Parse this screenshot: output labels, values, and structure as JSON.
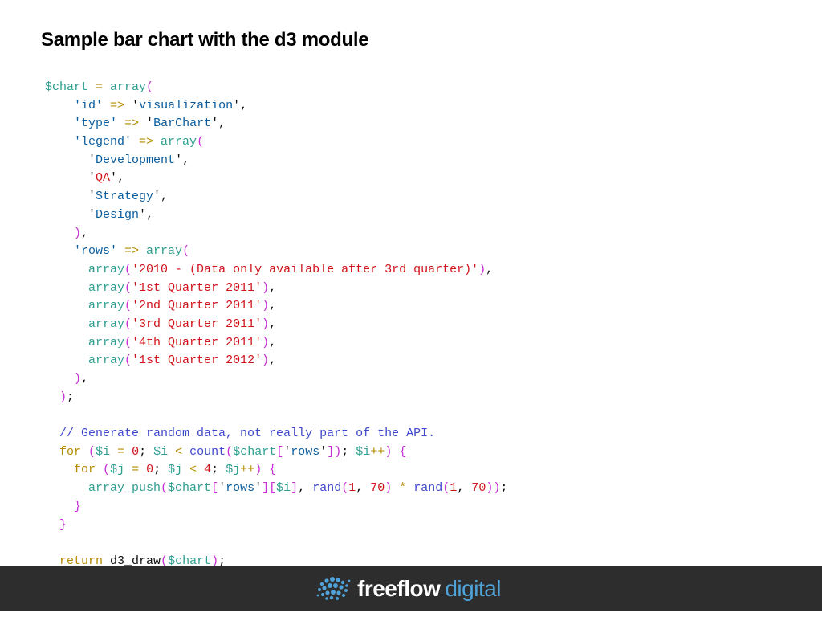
{
  "slide": {
    "title": "Sample bar chart with the d3 module"
  },
  "code": {
    "lines": [
      [
        [
          "var",
          "$chart"
        ],
        [
          "op",
          " = "
        ],
        [
          "fn",
          "array"
        ],
        [
          "par",
          "("
        ]
      ],
      [
        [
          "txt",
          "    "
        ],
        [
          "key",
          "'id'"
        ],
        [
          "op",
          " => "
        ],
        [
          "txt",
          "'"
        ],
        [
          "key",
          "visualization"
        ],
        [
          "txt",
          "'"
        ],
        [
          "txt",
          ","
        ]
      ],
      [
        [
          "txt",
          "    "
        ],
        [
          "key",
          "'type'"
        ],
        [
          "op",
          " => "
        ],
        [
          "txt",
          "'"
        ],
        [
          "key",
          "BarChart"
        ],
        [
          "txt",
          "'"
        ],
        [
          "txt",
          ","
        ]
      ],
      [
        [
          "txt",
          "    "
        ],
        [
          "key",
          "'legend'"
        ],
        [
          "op",
          " => "
        ],
        [
          "fn",
          "array"
        ],
        [
          "par",
          "("
        ]
      ],
      [
        [
          "txt",
          "      "
        ],
        [
          "txt",
          "'"
        ],
        [
          "key",
          "Development"
        ],
        [
          "txt",
          "'"
        ],
        [
          "txt",
          ","
        ]
      ],
      [
        [
          "txt",
          "      "
        ],
        [
          "txt",
          "'"
        ],
        [
          "str",
          "QA"
        ],
        [
          "txt",
          "'"
        ],
        [
          "txt",
          ","
        ]
      ],
      [
        [
          "txt",
          "      "
        ],
        [
          "txt",
          "'"
        ],
        [
          "key",
          "Strategy"
        ],
        [
          "txt",
          "'"
        ],
        [
          "txt",
          ","
        ]
      ],
      [
        [
          "txt",
          "      "
        ],
        [
          "txt",
          "'"
        ],
        [
          "key",
          "Design"
        ],
        [
          "txt",
          "'"
        ],
        [
          "txt",
          ","
        ]
      ],
      [
        [
          "txt",
          "    "
        ],
        [
          "par",
          ")"
        ],
        [
          "txt",
          ","
        ]
      ],
      [
        [
          "txt",
          "    "
        ],
        [
          "key",
          "'rows'"
        ],
        [
          "op",
          " => "
        ],
        [
          "fn",
          "array"
        ],
        [
          "par",
          "("
        ]
      ],
      [
        [
          "txt",
          "      "
        ],
        [
          "fn",
          "array"
        ],
        [
          "par",
          "("
        ],
        [
          "str",
          "'2010 - (Data only available after 3rd quarter)'"
        ],
        [
          "par",
          ")"
        ],
        [
          "txt",
          ","
        ]
      ],
      [
        [
          "txt",
          "      "
        ],
        [
          "fn",
          "array"
        ],
        [
          "par",
          "("
        ],
        [
          "str",
          "'1st Quarter 2011'"
        ],
        [
          "par",
          ")"
        ],
        [
          "txt",
          ","
        ]
      ],
      [
        [
          "txt",
          "      "
        ],
        [
          "fn",
          "array"
        ],
        [
          "par",
          "("
        ],
        [
          "str",
          "'2nd Quarter 2011'"
        ],
        [
          "par",
          ")"
        ],
        [
          "txt",
          ","
        ]
      ],
      [
        [
          "txt",
          "      "
        ],
        [
          "fn",
          "array"
        ],
        [
          "par",
          "("
        ],
        [
          "str",
          "'3rd Quarter 2011'"
        ],
        [
          "par",
          ")"
        ],
        [
          "txt",
          ","
        ]
      ],
      [
        [
          "txt",
          "      "
        ],
        [
          "fn",
          "array"
        ],
        [
          "par",
          "("
        ],
        [
          "str",
          "'4th Quarter 2011'"
        ],
        [
          "par",
          ")"
        ],
        [
          "txt",
          ","
        ]
      ],
      [
        [
          "txt",
          "      "
        ],
        [
          "fn",
          "array"
        ],
        [
          "par",
          "("
        ],
        [
          "str",
          "'1st Quarter 2012'"
        ],
        [
          "par",
          ")"
        ],
        [
          "txt",
          ","
        ]
      ],
      [
        [
          "txt",
          "    "
        ],
        [
          "par",
          ")"
        ],
        [
          "txt",
          ","
        ]
      ],
      [
        [
          "txt",
          "  "
        ],
        [
          "par",
          ")"
        ],
        [
          "txt",
          ";"
        ]
      ],
      [
        [
          "txt",
          ""
        ]
      ],
      [
        [
          "txt",
          "  "
        ],
        [
          "com",
          "// Generate random data, not really part of the API."
        ]
      ],
      [
        [
          "txt",
          "  "
        ],
        [
          "kw",
          "for"
        ],
        [
          "txt",
          " "
        ],
        [
          "par",
          "("
        ],
        [
          "var",
          "$i"
        ],
        [
          "op",
          " = "
        ],
        [
          "num",
          "0"
        ],
        [
          "txt",
          "; "
        ],
        [
          "var",
          "$i"
        ],
        [
          "op",
          " < "
        ],
        [
          "api",
          "count"
        ],
        [
          "par",
          "("
        ],
        [
          "var",
          "$chart"
        ],
        [
          "par",
          "["
        ],
        [
          "txt",
          "'"
        ],
        [
          "key",
          "rows"
        ],
        [
          "txt",
          "'"
        ],
        [
          "par",
          "])"
        ],
        [
          "txt",
          "; "
        ],
        [
          "var",
          "$i"
        ],
        [
          "op",
          "++"
        ],
        [
          "par",
          ")"
        ],
        [
          "txt",
          " "
        ],
        [
          "par",
          "{"
        ]
      ],
      [
        [
          "txt",
          "    "
        ],
        [
          "kw",
          "for"
        ],
        [
          "txt",
          " "
        ],
        [
          "par",
          "("
        ],
        [
          "var",
          "$j"
        ],
        [
          "op",
          " = "
        ],
        [
          "num",
          "0"
        ],
        [
          "txt",
          "; "
        ],
        [
          "var",
          "$j"
        ],
        [
          "op",
          " < "
        ],
        [
          "num",
          "4"
        ],
        [
          "txt",
          "; "
        ],
        [
          "var",
          "$j"
        ],
        [
          "op",
          "++"
        ],
        [
          "par",
          ")"
        ],
        [
          "txt",
          " "
        ],
        [
          "par",
          "{"
        ]
      ],
      [
        [
          "txt",
          "      "
        ],
        [
          "fn",
          "array_push"
        ],
        [
          "par",
          "("
        ],
        [
          "var",
          "$chart"
        ],
        [
          "par",
          "["
        ],
        [
          "txt",
          "'"
        ],
        [
          "key",
          "rows"
        ],
        [
          "txt",
          "'"
        ],
        [
          "par",
          "]["
        ],
        [
          "var",
          "$i"
        ],
        [
          "par",
          "]"
        ],
        [
          "txt",
          ", "
        ],
        [
          "api",
          "rand"
        ],
        [
          "par",
          "("
        ],
        [
          "num",
          "1"
        ],
        [
          "txt",
          ", "
        ],
        [
          "num",
          "70"
        ],
        [
          "par",
          ")"
        ],
        [
          "op",
          " * "
        ],
        [
          "api",
          "rand"
        ],
        [
          "par",
          "("
        ],
        [
          "num",
          "1"
        ],
        [
          "txt",
          ", "
        ],
        [
          "num",
          "70"
        ],
        [
          "par",
          "))"
        ],
        [
          "txt",
          ";"
        ]
      ],
      [
        [
          "txt",
          "    "
        ],
        [
          "par",
          "}"
        ]
      ],
      [
        [
          "txt",
          "  "
        ],
        [
          "par",
          "}"
        ]
      ],
      [
        [
          "txt",
          ""
        ]
      ],
      [
        [
          "txt",
          "  "
        ],
        [
          "kw",
          "return"
        ],
        [
          "txt",
          " d3_draw"
        ],
        [
          "par",
          "("
        ],
        [
          "var",
          "$chart"
        ],
        [
          "par",
          ")"
        ],
        [
          "txt",
          ";"
        ]
      ]
    ]
  },
  "footer": {
    "brand_name": "freeflow",
    "brand_sub": "digital",
    "logo_icon": "globe-dots-icon",
    "colors": {
      "bar": "#2d2d2d",
      "brand_white": "#ffffff",
      "brand_blue": "#4fa3d9"
    }
  }
}
